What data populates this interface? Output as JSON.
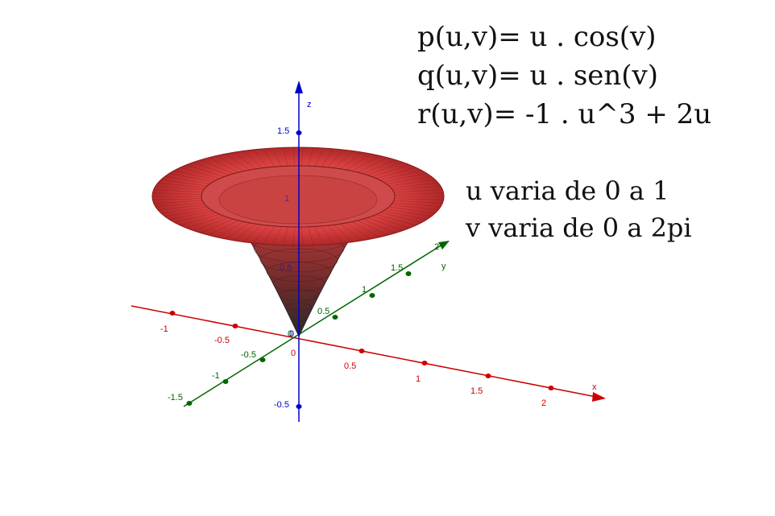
{
  "equations": {
    "p": "p(u,v)= u . cos(v)",
    "q": "q(u,v)= u . sen(v)",
    "r": "r(u,v)= -1 . u^3 + 2u"
  },
  "ranges": {
    "u": "u varia de 0 a 1",
    "v": "v varia de 0 a 2pi"
  },
  "axes": {
    "x": {
      "label": "x",
      "color": "#cc0000",
      "ticks": [
        "-1",
        "-0.5",
        "0",
        "0.5",
        "1",
        "1.5",
        "2"
      ]
    },
    "y": {
      "label": "y",
      "color": "#006600",
      "ticks": [
        "-1.5",
        "-1",
        "-0.5",
        "0",
        "0.5",
        "1",
        "1.5",
        "2"
      ]
    },
    "z": {
      "label": "z",
      "color": "#0000cc",
      "ticks": [
        "-0.5",
        "0",
        "0.5",
        "1",
        "1.5"
      ]
    }
  },
  "surface": {
    "color": "#e04848"
  }
}
